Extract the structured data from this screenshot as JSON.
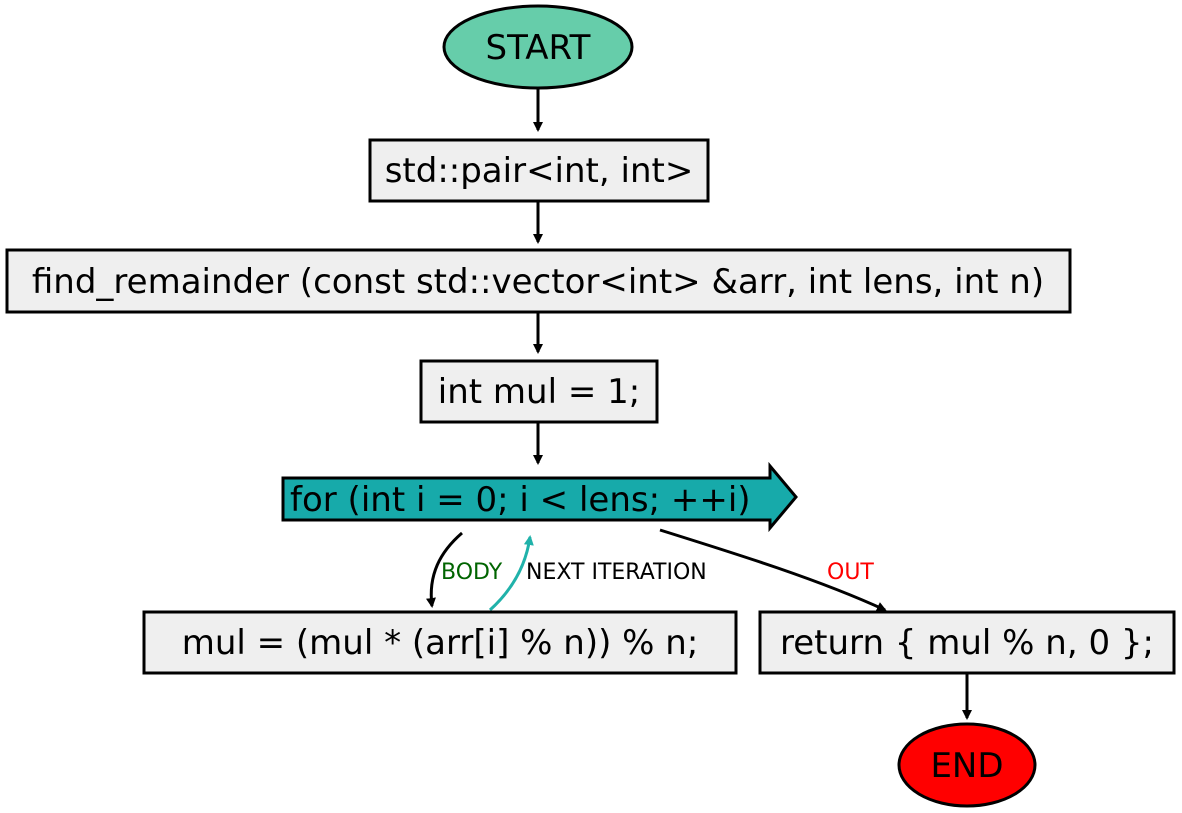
{
  "nodes": {
    "start": "START",
    "return_type": "std::pair<int, int>",
    "signature": "find_remainder (const std::vector<int> &arr, int lens, int n)",
    "init": "int mul = 1;",
    "loop": "for (int i = 0; i < lens; ++i)",
    "body": "mul = (mul * (arr[i] % n)) % n;",
    "return": "return { mul % n, 0 };",
    "end": "END"
  },
  "edges": {
    "body_label": "BODY",
    "next_label": "NEXT ITERATION",
    "out_label": "OUT"
  },
  "colors": {
    "start_fill": "#66cdaa",
    "end_fill": "#ff0000",
    "loop_fill": "#17aaaa",
    "box_fill": "#efefef",
    "body_label": "#006400",
    "out_label": "#ff0000",
    "next_arrow": "#20b2aa"
  }
}
